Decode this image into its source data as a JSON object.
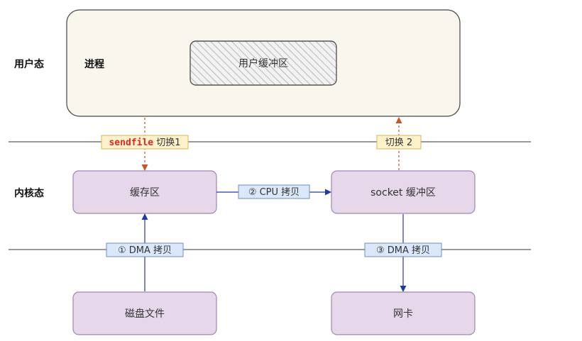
{
  "zones": {
    "user_mode": "用户态",
    "kernel_mode": "内核态"
  },
  "process": {
    "title": "进程",
    "user_buffer": "用户缓冲区"
  },
  "nodes": {
    "page_cache": "缓存区",
    "socket_buffer": "socket 缓冲区",
    "disk_file": "磁盘文件",
    "nic": "网卡"
  },
  "edges": {
    "sendfile_name": "sendfile",
    "sendfile_switch": " 切换1",
    "switch_2": "切换 2",
    "cpu_copy": "② CPU 拷贝",
    "dma_copy_1": "① DMA 拷贝",
    "dma_copy_3": "③ DMA 拷贝"
  },
  "colors": {
    "process_fill": "#f9f7ed",
    "node_fill": "#e6d7ea",
    "node_stroke": "#9f86b5",
    "label_blue_fill": "#dbe8fc",
    "label_blue_stroke": "#6c8ebf",
    "label_orange_fill": "#fff1cc",
    "label_orange_stroke": "#d6b656",
    "arrow_blue": "#1f3aa6",
    "arrow_orange": "#c8552a",
    "sendfile_red": "#e0281e"
  }
}
